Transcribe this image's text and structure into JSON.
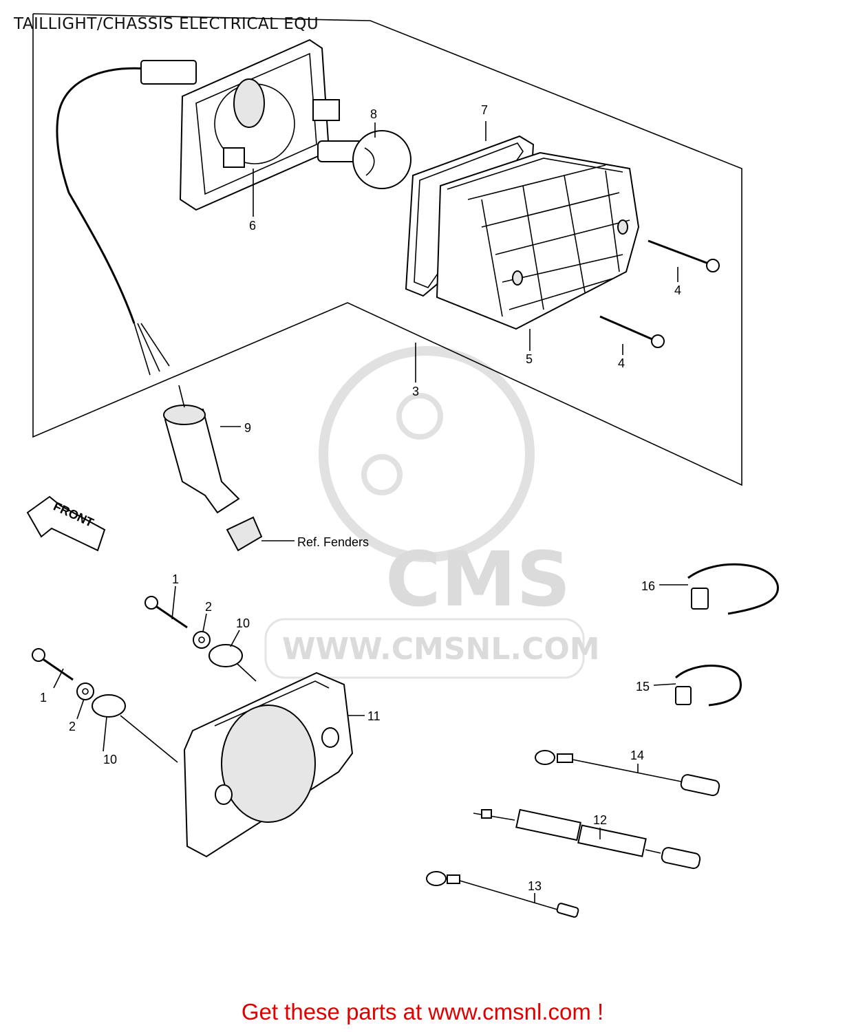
{
  "title": "TAILLIGHT/CHASSIS ELECTRICAL EQU",
  "footer": {
    "cta": "Get these parts at www.cmsnl.com !"
  },
  "watermark": {
    "brand": "CMS",
    "url": "WWW.CMSNL.COM"
  },
  "direction_arrow": {
    "label": "FRONT"
  },
  "annotations": {
    "ref_fenders": "Ref. Fenders"
  },
  "callouts": {
    "c1a": "1",
    "c1b": "1",
    "c2a": "2",
    "c2b": "2",
    "c3": "3",
    "c4a": "4",
    "c4b": "4",
    "c5": "5",
    "c6": "6",
    "c7": "7",
    "c8": "8",
    "c9": "9",
    "c10a": "10",
    "c10b": "10",
    "c11": "11",
    "c12": "12",
    "c13": "13",
    "c14": "14",
    "c15": "15",
    "c16": "16"
  },
  "colors": {
    "cta": "#e00000",
    "watermark": "#d8d8d8",
    "line": "#000000"
  }
}
